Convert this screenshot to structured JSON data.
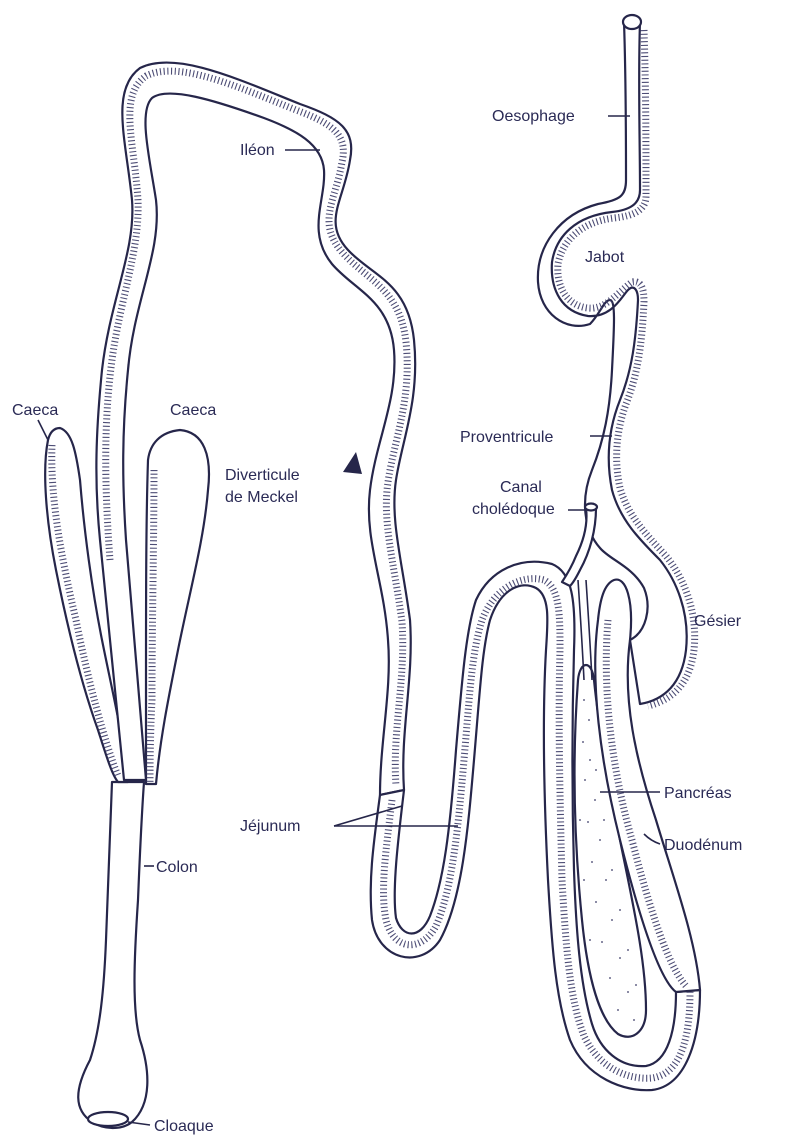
{
  "labels": {
    "oesophage": "Oesophage",
    "jabot": "Jabot",
    "ileon": "Iléon",
    "caeca_left": "Caeca",
    "caeca_right": "Caeca",
    "diverticule_line1": "Diverticule",
    "diverticule_line2": "de Meckel",
    "proventricule": "Proventricule",
    "canal_line1": "Canal",
    "canal_line2": "cholédoque",
    "gesier": "Gésier",
    "pancreas": "Pancréas",
    "jejunum": "Jéjunum",
    "duodenum": "Duodénum",
    "colon": "Colon",
    "cloaque": "Cloaque"
  },
  "colors": {
    "ink": "#26264a",
    "label": "#2a2a55",
    "background": "#ffffff"
  }
}
